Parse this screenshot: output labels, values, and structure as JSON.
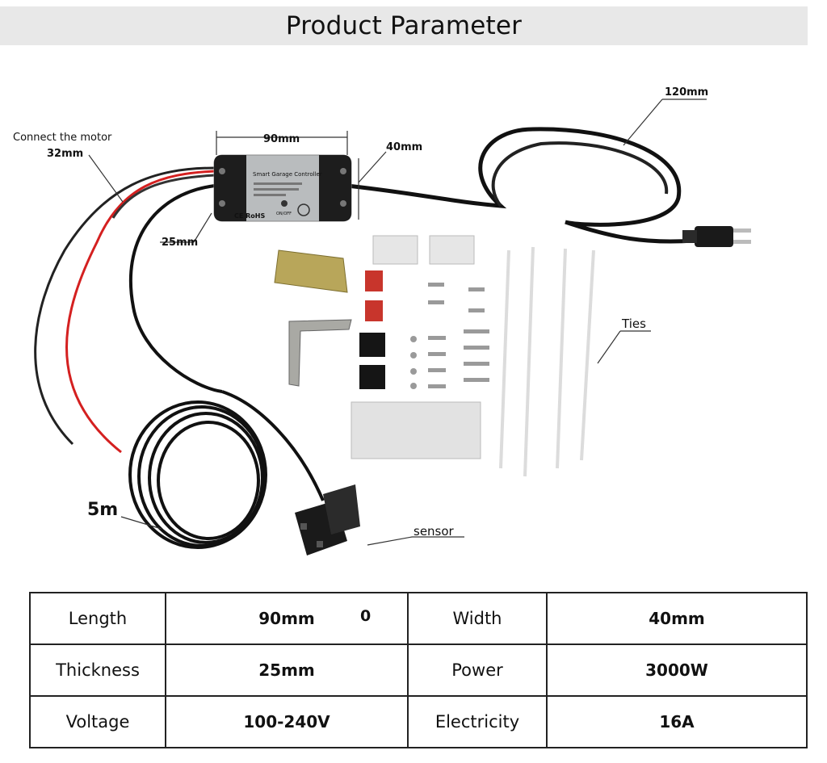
{
  "header": {
    "title": "Product Parameter"
  },
  "diagram": {
    "controller_name": "Smart Garage Controller",
    "controller_mark": "CE RoHS",
    "button_label": "ON/OFF",
    "callouts": {
      "motor": "Connect the motor",
      "motor_width": "32mm",
      "length": "90mm",
      "width": "40mm",
      "thickness": "25mm",
      "cable": "120mm",
      "ties": "Ties",
      "cord": "5m",
      "sensor": "sensor"
    }
  },
  "specs": {
    "rows": [
      {
        "label_a": "Length",
        "value_a": "90mm",
        "label_b": "Width",
        "value_b": "40mm"
      },
      {
        "label_a": "Thickness",
        "value_a": "25mm",
        "label_b": "Power",
        "value_b": "3000W"
      },
      {
        "label_a": "Voltage",
        "value_a": "100-240V",
        "label_b": "Electricity",
        "value_b": "16A"
      }
    ],
    "stray_mark": "0"
  },
  "colors": {
    "banner": "#e8e8e8",
    "cable": "#111111",
    "red_wire": "#d42020",
    "device": "#b9bcbe"
  }
}
